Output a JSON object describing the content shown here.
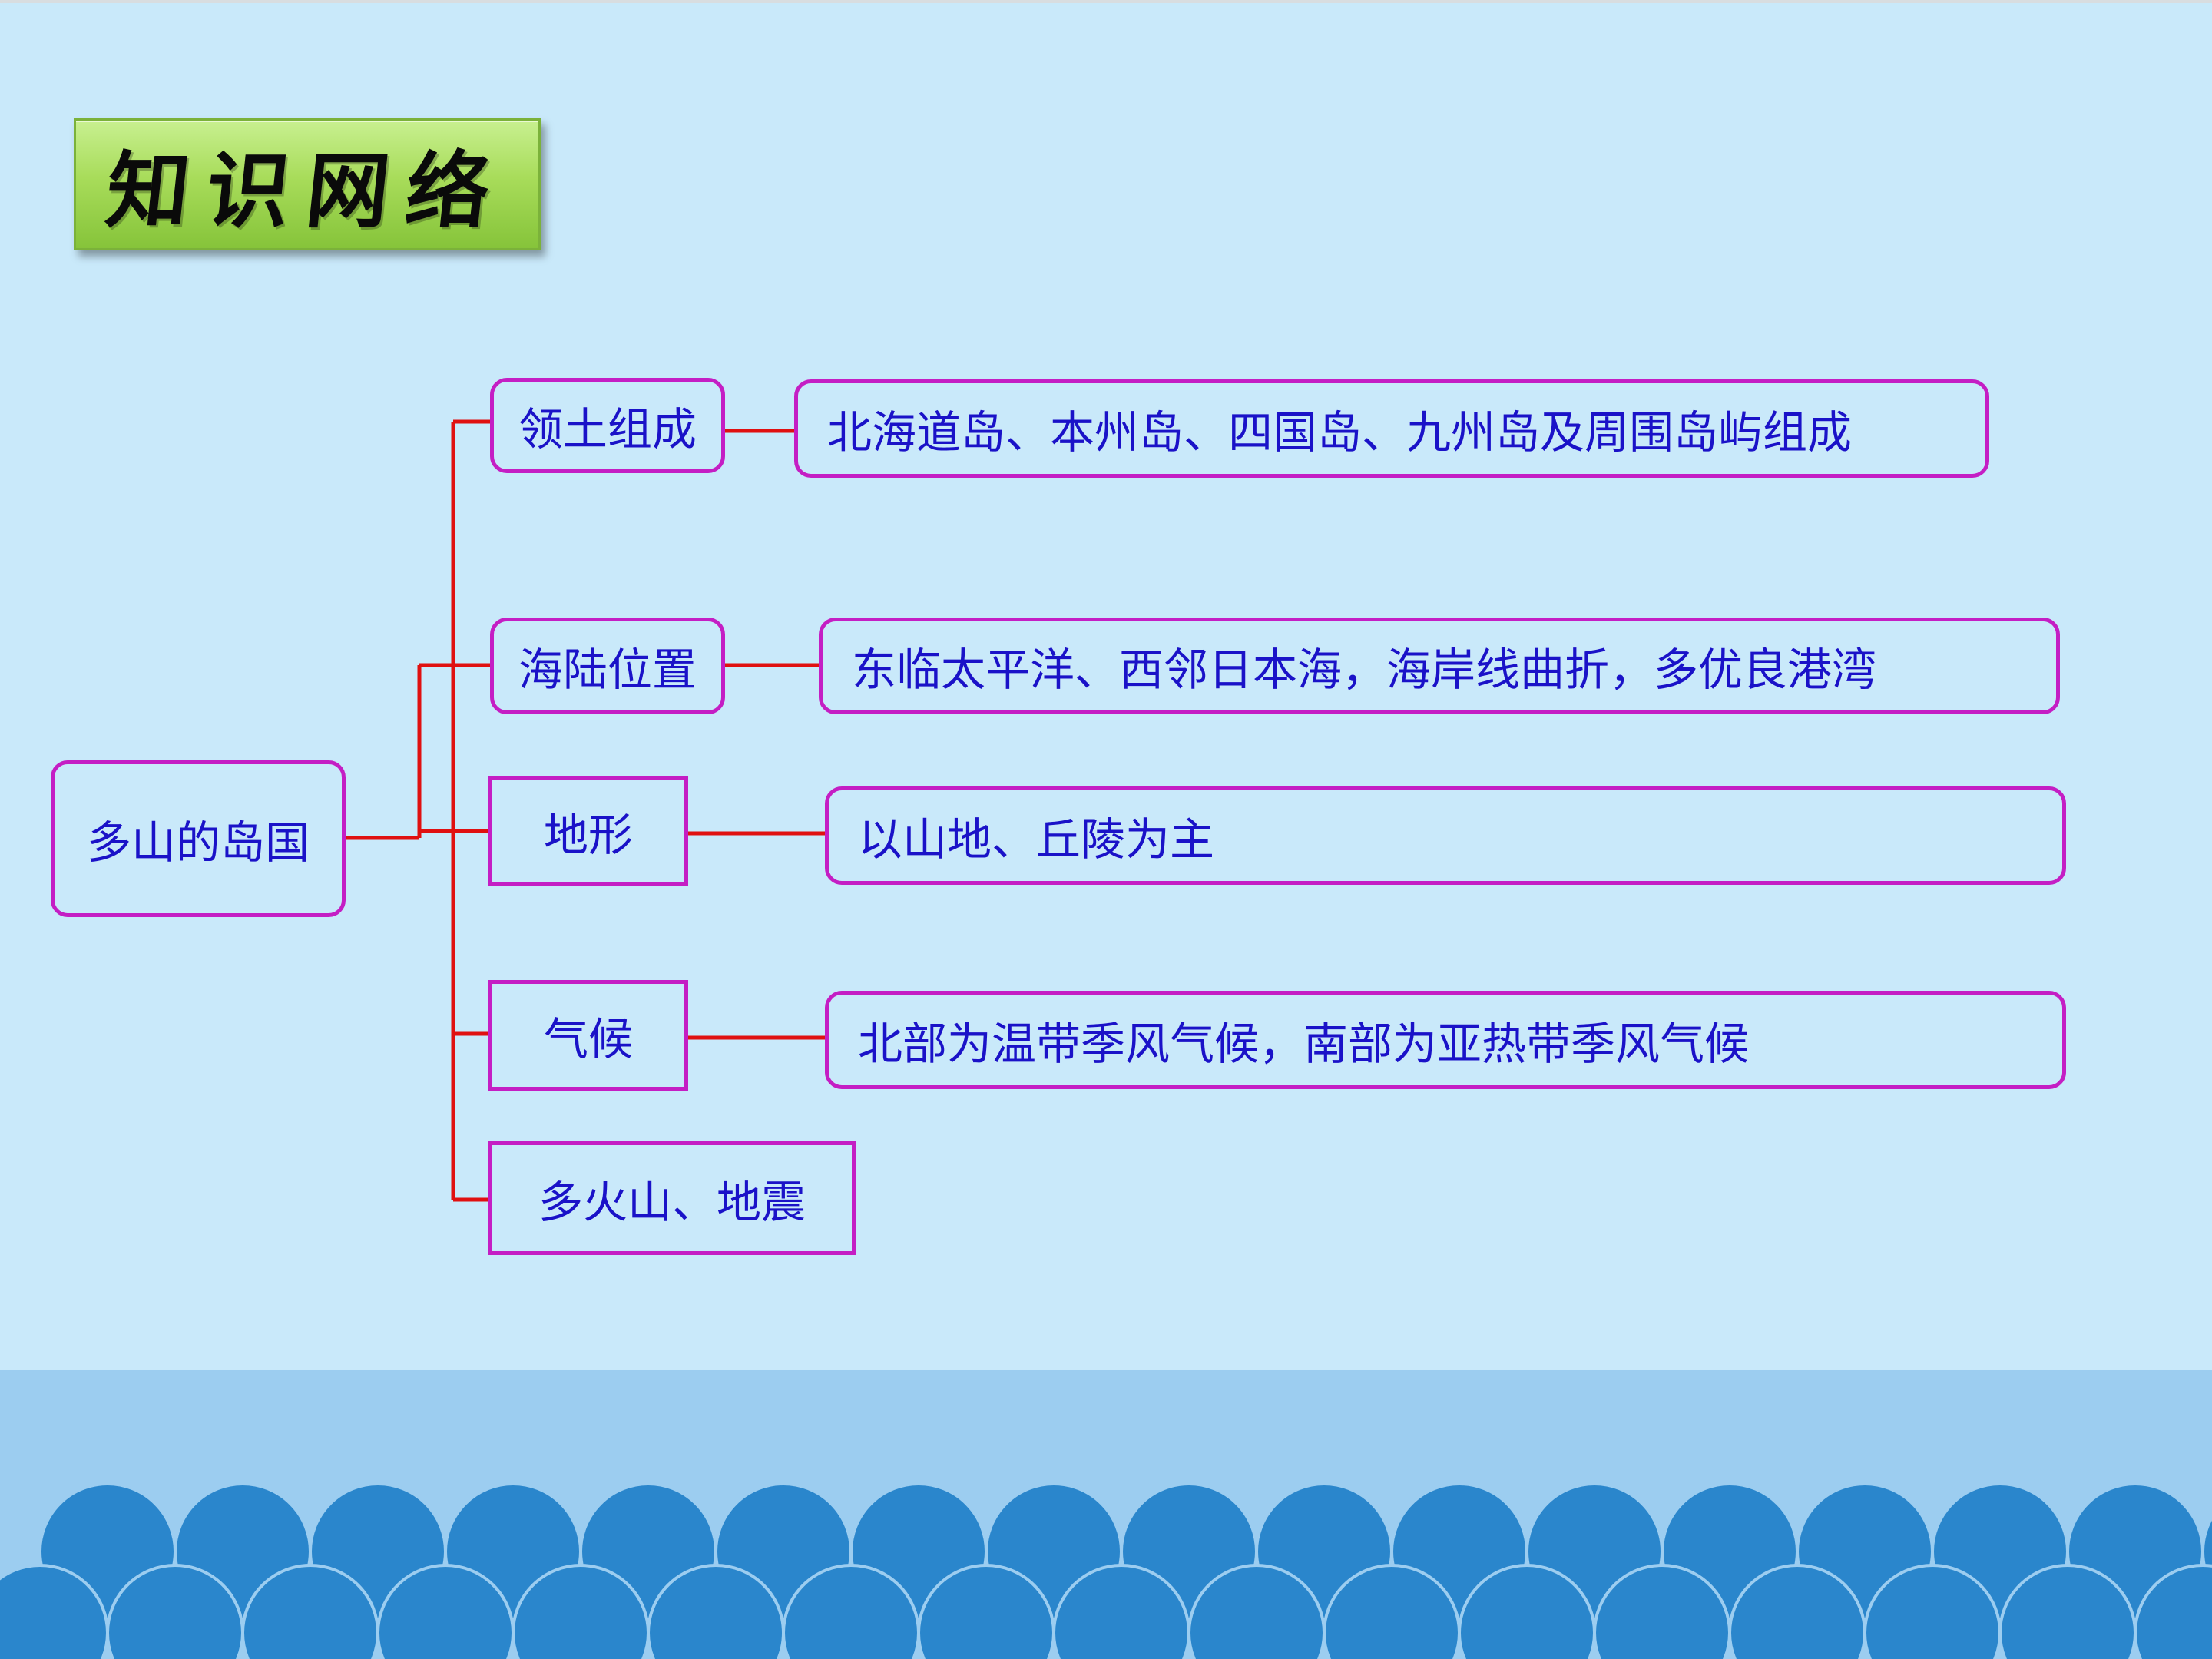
{
  "title": "知识网络",
  "root": {
    "label": "多山的岛国"
  },
  "branches": [
    {
      "label": "领土组成",
      "detail": "北海道岛、本州岛、四国岛、九州岛及周围岛屿组成"
    },
    {
      "label": "海陆位置",
      "detail": "东临太平洋、西邻日本海，海岸线曲折，多优良港湾"
    },
    {
      "label": "地形",
      "detail": "以山地、丘陵为主"
    },
    {
      "label": "气候",
      "detail": "北部为温带季风气候，南部为亚热带季风气候"
    },
    {
      "label": "多火山、地震"
    }
  ],
  "colors": {
    "background": "#c9e9fa",
    "box_border": "#c41ec4",
    "text": "#1a12c8",
    "connector": "#e01010",
    "title_badge": "#a8dc5a",
    "wave_dark": "#2a86cc",
    "wave_light": "#9ccdf0"
  }
}
